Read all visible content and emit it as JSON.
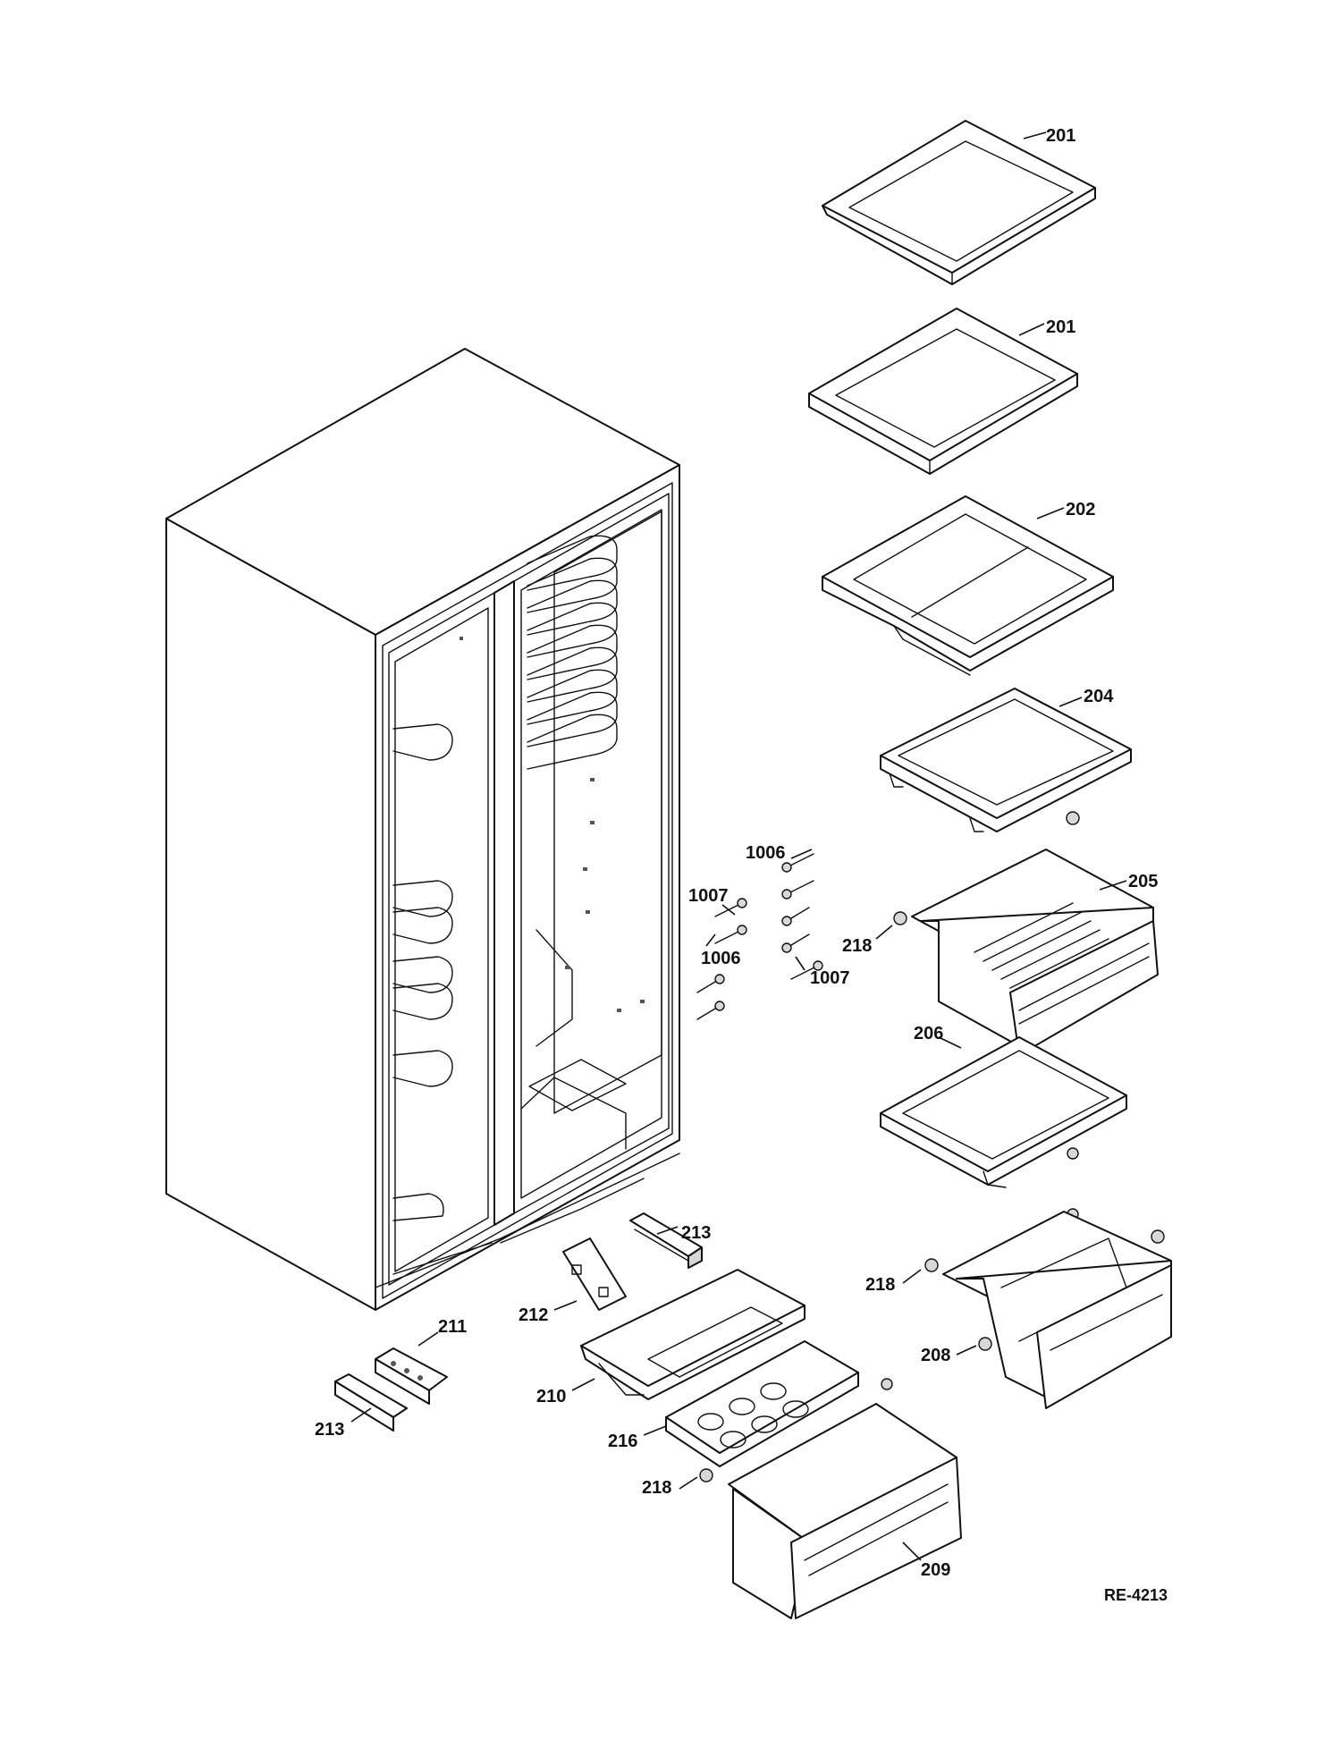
{
  "diagram": {
    "drawing_id": "RE-4213",
    "part_labels": {
      "shelf_top": "201",
      "shelf_second": "201",
      "shelf_202": "202",
      "shelf_204": "204",
      "drawer_205": "205",
      "pan_206": "206",
      "stop_218_upper": "218",
      "stop_218_middle": "218",
      "stop_208": "208",
      "stop_218_lower": "218",
      "drawer_209": "209",
      "cover_216": "216",
      "housing_210": "210",
      "bracket_212": "212",
      "trim_213_upper": "213",
      "assembly_211": "211",
      "trim_213_lower": "213",
      "screw_1006_top": "1006",
      "screw_1007_left": "1007",
      "screw_1007_right": "1007",
      "screw_1006_bottom": "1006"
    }
  }
}
